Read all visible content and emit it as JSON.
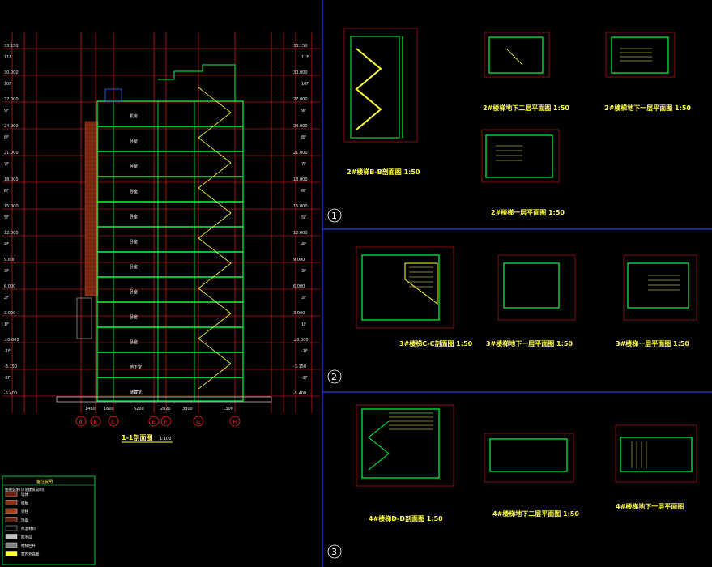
{
  "main_section": {
    "title": "1-1剖面图",
    "scale": "1:100",
    "axis_labels": [
      "A",
      "B",
      "C",
      "E",
      "F",
      "G",
      "H"
    ],
    "bottom_dims": [
      "1460",
      "1600",
      "6200",
      "2020",
      "3800",
      "1300"
    ],
    "floor_marks": [
      "11F",
      "10F",
      "9F",
      "8F",
      "7F",
      "6F",
      "5F",
      "4F",
      "3F",
      "2F",
      "1F",
      "-1F",
      "-2F"
    ],
    "elevations": [
      "33.150",
      "30.000",
      "27.000",
      "24.000",
      "21.000",
      "18.000",
      "15.000",
      "12.000",
      "9.000",
      "6.000",
      "3.000",
      "±0.000",
      "-3.150",
      "-5.400"
    ],
    "room_labels": [
      "机房",
      "卧室",
      "卧室",
      "卧室",
      "卧室",
      "卧室",
      "卧室",
      "卧室",
      "卧室",
      "卧室",
      "地下室",
      "储藏室"
    ],
    "legend": {
      "title": "备注说明",
      "subtitle": "图例说明(详见建筑说明):",
      "items": [
        "墙体",
        "楼板",
        "梁柱",
        "饰面",
        "保温材料",
        "防水层",
        "楼梯栏杆",
        "室内外高差"
      ]
    }
  },
  "details": [
    {
      "index": "1",
      "titles": [
        "2#楼梯B-B剖面图 1:50",
        "2#楼梯地下二层平面图 1:50",
        "2#楼梯地下一层平面图 1:50",
        "2#楼梯一层平面图 1:50"
      ]
    },
    {
      "index": "2",
      "titles": [
        "3#楼梯C-C剖面图 1:50",
        "3#楼梯地下一层平面图 1:50",
        "3#楼梯一层平面图 1:50"
      ]
    },
    {
      "index": "3",
      "titles": [
        "4#楼梯D-D剖面图 1:50",
        "4#楼梯地下二层平面图 1:50",
        "4#楼梯地下一层平面图"
      ]
    }
  ],
  "colors": {
    "background": "#000000",
    "grid": "#ff2020",
    "wall": "#00ff40",
    "stair": "#ffff40",
    "text": "#ffffff",
    "brick": "#8b2a10",
    "frame": "#3050ff"
  }
}
